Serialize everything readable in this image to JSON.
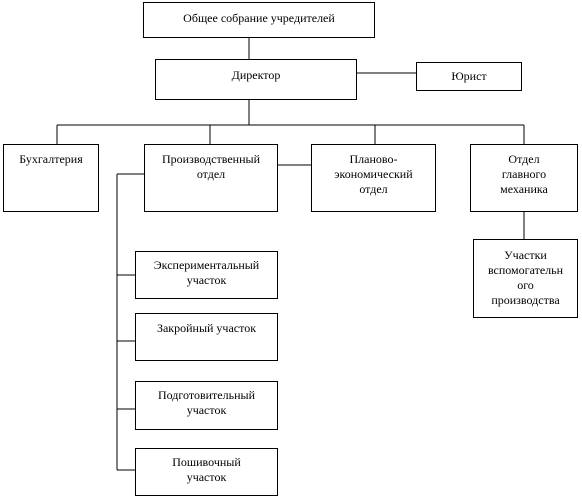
{
  "nodes": {
    "assembly": "Общее собрание учредителей",
    "director": "Директор",
    "lawyer": "Юрист",
    "accounting": "Бухгалтерия",
    "production": "Производственный\nотдел",
    "planning": "Планово-\nэкономический\nотдел",
    "mechanic_dept": "Отдел\nглавного\nмеханика",
    "auxiliary": "Участки\nвспомогательн\nого\nпроизводства",
    "experimental": "Экспериментальный\nучасток",
    "cutting": "Закройный участок",
    "preparatory": "Подготовительный\nучасток",
    "sewing": "Пошивочный\nучасток"
  }
}
